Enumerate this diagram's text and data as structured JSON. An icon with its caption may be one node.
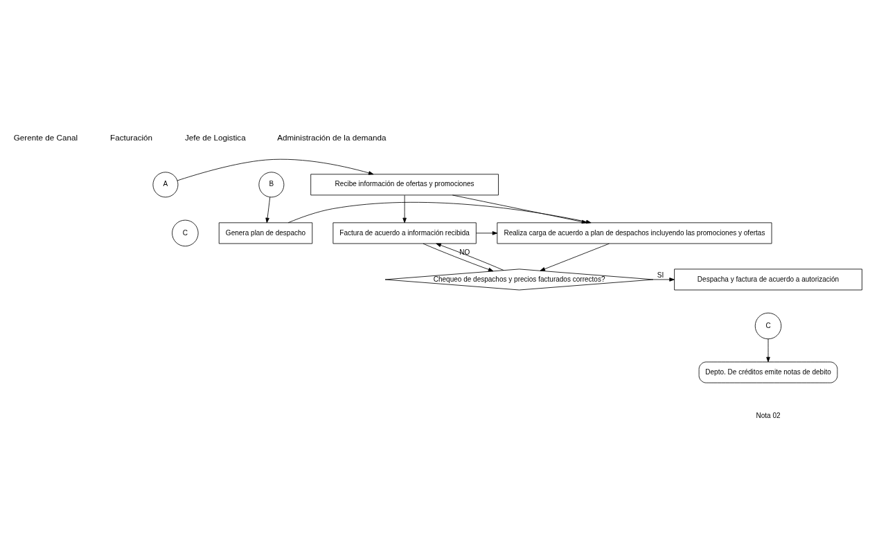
{
  "diagram": {
    "nodes": [
      {
        "text": [
          "A"
        ]
      },
      {
        "text": [
          "Recibe información de ofertas y promociones"
        ]
      },
      {
        "text": [
          "B"
        ]
      },
      {
        "text": [
          "C"
        ]
      },
      {
        "text": [
          "Factura de acuerdo a información recibida"
        ]
      },
      {
        "text": [
          "Realiza carga de acuerdo a plan de despachos incluyendo las promociones y ofertas"
        ]
      },
      {
        "text": [
          "Genera plan de despacho"
        ]
      },
      {
        "text": [
          "Chequeo de despachos y precios facturados correctos?"
        ]
      },
      {
        "text": [
          "Despacha y factura de acuerdo a autorización"
        ]
      },
      {
        "text": [
          "C"
        ]
      },
      {
        "text": [
          "Depto. De créditos emite notas de debito"
        ]
      }
    ],
    "edges": [
      {
        "from": 0,
        "to": 1,
        "arrow": "to"
      },
      {
        "from": 1,
        "to": 4,
        "arrow": "to"
      },
      {
        "from": 1,
        "to": 5,
        "arrow": "to"
      },
      {
        "from": 2,
        "to": 6,
        "arrow": "to"
      },
      {
        "from": 4,
        "to": 5,
        "arrow": "to"
      },
      {
        "from": 6,
        "to": 5,
        "arrow": "to"
      },
      {
        "from": 4,
        "to": 7,
        "arrow": "to"
      },
      {
        "from": 5,
        "to": 7,
        "arrow": "to"
      },
      {
        "from": 7,
        "to": 4,
        "arrow": "to",
        "label": "NO"
      },
      {
        "from": 7,
        "to": 8,
        "arrow": "to",
        "label": "SI"
      },
      {
        "from": 9,
        "to": 10,
        "arrow": "to"
      }
    ],
    "labels": [
      "Gerente de Canal",
      "Facturación",
      "Jefe de Logistica",
      "Administración de la demanda",
      "Nota 02"
    ]
  }
}
